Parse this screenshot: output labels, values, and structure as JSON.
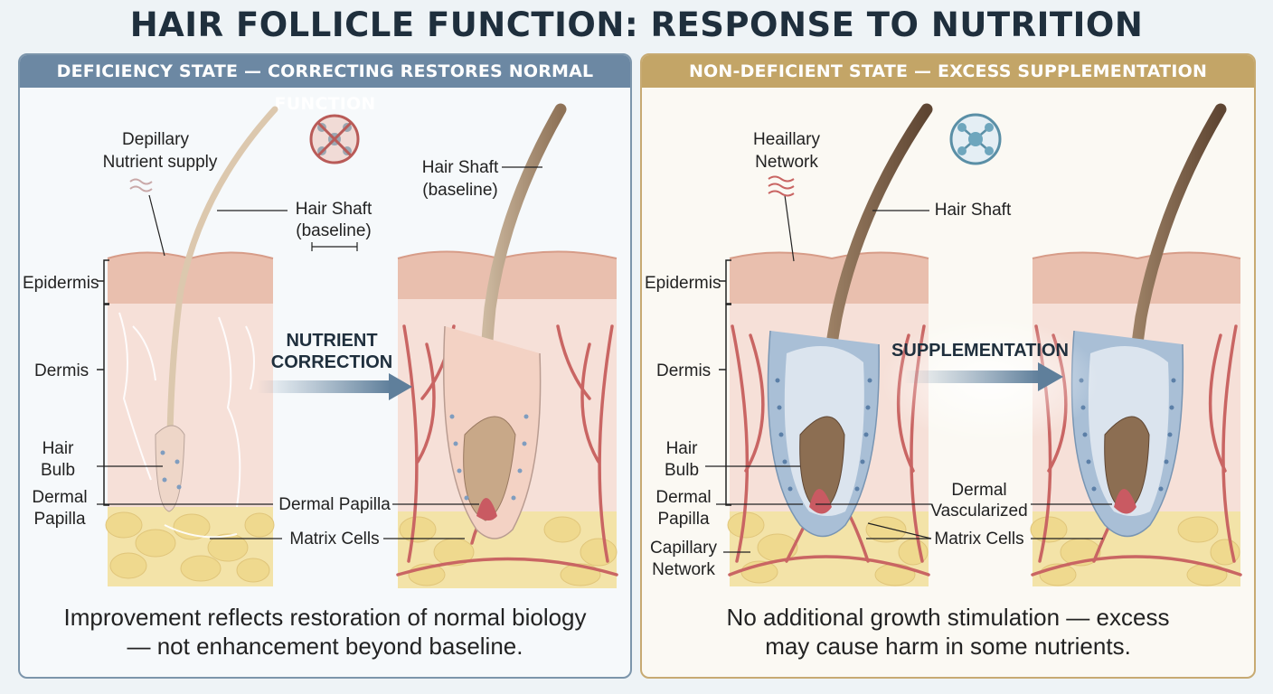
{
  "title": "HAIR FOLLICLE FUNCTION: RESPONSE TO NUTRITION",
  "left": {
    "header": "DEFICIENCY STATE — CORRECTING RESTORES NORMAL FUNCTION",
    "labels": {
      "nutrient_supply_1": "Depillary",
      "nutrient_supply_2": "Nutrient supply",
      "hair_shaft_a_1": "Hair Shaft",
      "hair_shaft_a_2": "(baseline)",
      "hair_shaft_b_1": "Hair Shaft",
      "hair_shaft_b_2": "(baseline)",
      "epidermis": "Epidermis",
      "dermis": "Dermis",
      "hair_bulb_1": "Hair",
      "hair_bulb_2": "Bulb",
      "dermal_papilla_1": "Dermal",
      "dermal_papilla_2": "Papilla",
      "dermal_papilla_mid": "Dermal Papilla",
      "matrix_cells": "Matrix Cells",
      "arrow_1": "NUTRIENT",
      "arrow_2": "CORRECTION"
    },
    "caption_1": "Improvement reflects restoration of normal biology",
    "caption_2": "— not enhancement beyond baseline."
  },
  "right": {
    "header": "NON-DEFICIENT STATE — EXCESS SUPPLEMENTATION",
    "labels": {
      "network_1": "Heaillary",
      "network_2": "Network",
      "hair_shaft": "Hair Shaft",
      "epidermis": "Epidermis",
      "dermis": "Dermis",
      "hair_bulb_1": "Hair",
      "hair_bulb_2": "Bulb",
      "dermal_papilla_1": "Dermal",
      "dermal_papilla_2": "Papilla",
      "capillary_1": "Capillary",
      "capillary_2": "Network",
      "dermal_vasc_1": "Dermal",
      "dermal_vasc_2": "Vascularized",
      "matrix_cells": "Matrix Cells",
      "arrow": "SUPPLEMENTATION"
    },
    "caption_1": "No additional growth stimulation — excess",
    "caption_2": "may cause harm in some nutrients."
  },
  "icons": {
    "left_icon": "crossed-out-nutrient-icon",
    "right_icon": "nutrient-molecule-icon"
  },
  "colors": {
    "left_accent": "#6c88a3",
    "right_accent": "#c3a567",
    "vessel": "#c96563",
    "fat": "#f3e3a8",
    "epidermis": "#e9bfae",
    "dermis": "#f6e0d8"
  }
}
